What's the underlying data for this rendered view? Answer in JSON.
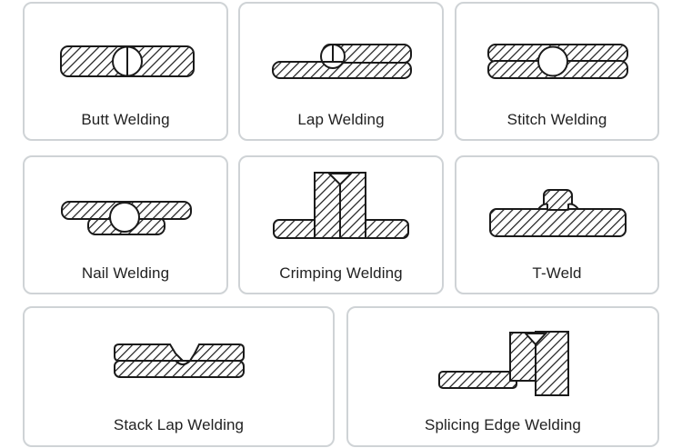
{
  "diagrams": [
    {
      "id": "butt",
      "label": "Butt Welding"
    },
    {
      "id": "lap",
      "label": "Lap Welding"
    },
    {
      "id": "stitch",
      "label": "Stitch Welding"
    },
    {
      "id": "nail",
      "label": "Nail Welding"
    },
    {
      "id": "crimping",
      "label": "Crimping Welding"
    },
    {
      "id": "t-weld",
      "label": "T-Weld"
    },
    {
      "id": "stack-lap",
      "label": "Stack Lap Welding"
    },
    {
      "id": "splicing-edge",
      "label": "Splicing Edge Welding"
    }
  ],
  "colors": {
    "border": "#cfd3d6",
    "ink": "#1a1a1a",
    "text": "#222222"
  }
}
